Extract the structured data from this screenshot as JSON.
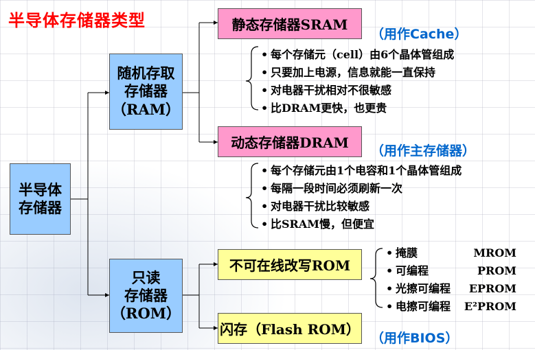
{
  "title": "半导体存储器类型",
  "root": {
    "line1": "半导体",
    "line2": "存储器"
  },
  "ram": {
    "line1": "随机存取",
    "line2": "存储器",
    "line3": "（RAM）"
  },
  "rom": {
    "line1": "只读",
    "line2": "存储器",
    "line3": "（ROM）"
  },
  "sram": {
    "label": "静态存储器SRAM",
    "note": "（用作Cache）",
    "bullets": [
      "每个存储元（cell）由6个晶体管组成",
      "只要加上电源，信息就能一直保持",
      "对电器干扰相对不很敏感",
      "比DRAM更快，也更贵"
    ]
  },
  "dram": {
    "label": "动态存储器DRAM",
    "note": "（用作主存储器）",
    "bullets": [
      "每个存储元由1个电容和1个晶体管组成",
      "每隔一段时间必须刷新一次",
      "对电器干扰比较敏感",
      "比SRAM慢，但便宜"
    ]
  },
  "mask_rom": {
    "label": "不可在线改写ROM",
    "items": [
      {
        "name": "掩膜",
        "abbr": "MROM"
      },
      {
        "name": "可编程",
        "abbr": "PROM"
      },
      {
        "name": "光擦可编程",
        "abbr": "EPROM"
      },
      {
        "name": "电擦可编程",
        "abbr": "E²PROM"
      }
    ]
  },
  "flash": {
    "label": "闪存（Flash ROM）",
    "note": "（用作BIOS）"
  },
  "bullet_char": "•"
}
